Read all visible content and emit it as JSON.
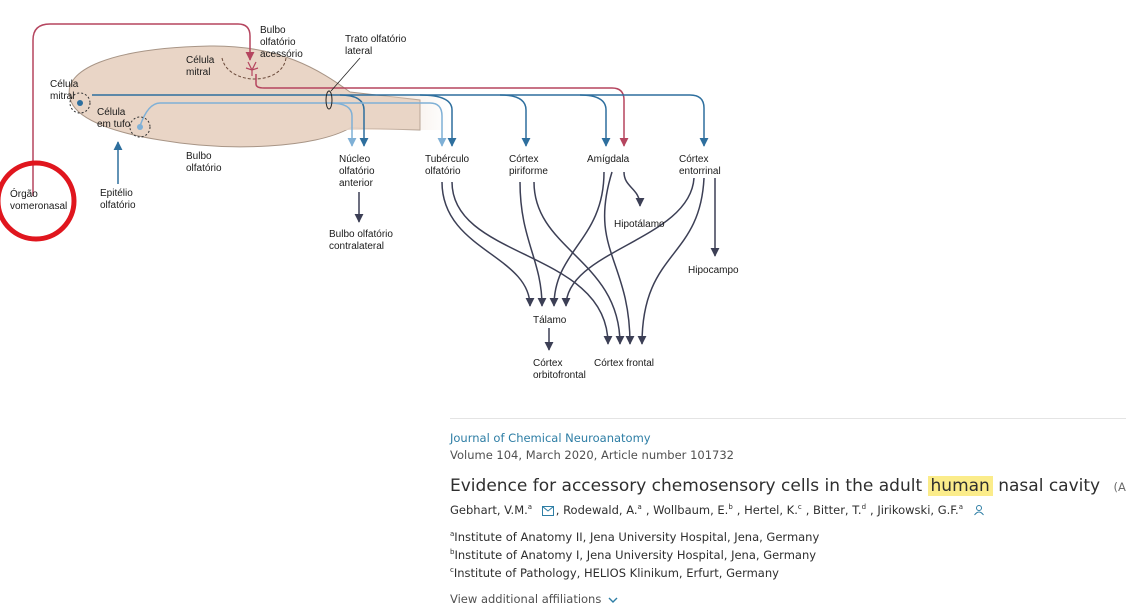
{
  "diagram": {
    "labels": {
      "bulbo_acessorio": [
        "Bulbo",
        "olfatório",
        "acessório"
      ],
      "trato": [
        "Trato olfatório",
        "lateral"
      ],
      "celula_mitral_top": [
        "Célula",
        "mitral"
      ],
      "celula_mitral_left": [
        "Célula",
        "mitral"
      ],
      "celula_tufo": [
        "Célula",
        "em tufo"
      ],
      "bulbo_olfatorio": [
        "Bulbo",
        "olfatório"
      ],
      "orgao": [
        "Órgão",
        "vomeronasal"
      ],
      "epitelio": [
        "Epitélio",
        "olfatório"
      ],
      "nucleo": [
        "Núcleo",
        "olfatório",
        "anterior"
      ],
      "tuberculo": [
        "Tubérculo",
        "olfatório"
      ],
      "piriforme": [
        "Córtex",
        "piriforme"
      ],
      "amigdala": [
        "Amígdala"
      ],
      "entorrinal": [
        "Córtex",
        "entorrinal"
      ],
      "hipotalamo": [
        "Hipotálamo"
      ],
      "hipocampo": [
        "Hipocampo"
      ],
      "contralateral": [
        "Bulbo olfatório",
        "contralateral"
      ],
      "talamo": [
        "Tálamo"
      ],
      "orbitofrontal": [
        "Córtex",
        "orbitofrontal"
      ],
      "frontal": [
        "Córtex frontal"
      ]
    },
    "colors": {
      "bulb_fill": "#e9d5c6",
      "blue": "#2e6f9e",
      "light_blue": "#7fb0d6",
      "red_pathway": "#b5455f",
      "dark_arrow": "#3c3f55",
      "highlight_circle": "#e0161e"
    }
  },
  "article": {
    "journal": "Journal of Chemical Neuroanatomy",
    "volume": "Volume 104, March 2020, Article number 101732",
    "title_before": "Evidence for accessory chemosensory cells in the adult",
    "title_highlight": "human",
    "title_after": "nasal cavity",
    "doc_type": "(Article)",
    "authors": [
      {
        "name": "Gebhart, V.M.",
        "sup": "a"
      },
      {
        "name": "Rodewald, A.",
        "sup": "a"
      },
      {
        "name": "Wollbaum, E.",
        "sup": "b"
      },
      {
        "name": "Hertel, K.",
        "sup": "c"
      },
      {
        "name": "Bitter, T.",
        "sup": "d"
      },
      {
        "name": "Jirikowski, G.F.",
        "sup": "a"
      }
    ],
    "affiliations": [
      {
        "sup": "a",
        "text": "Institute of Anatomy II, Jena University Hospital, Jena, Germany"
      },
      {
        "sup": "b",
        "text": "Institute of Anatomy I, Jena University Hospital, Jena, Germany"
      },
      {
        "sup": "c",
        "text": "Institute of Pathology, HELIOS Klinikum, Erfurt, Germany"
      }
    ],
    "more_affiliations": "View additional affiliations"
  }
}
